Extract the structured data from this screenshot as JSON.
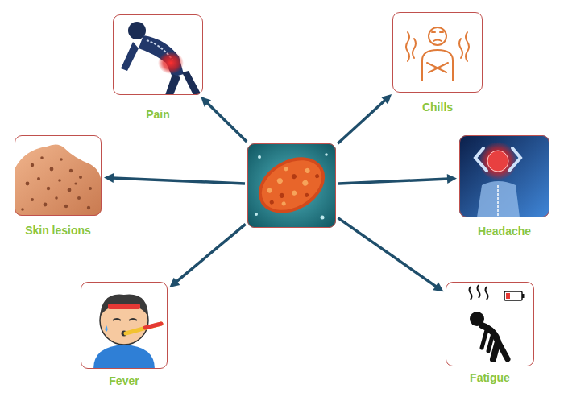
{
  "diagram": {
    "nodes": [
      {
        "text": []
      },
      {
        "text": [
          "Pain"
        ]
      },
      {
        "text": [
          "Chills"
        ]
      },
      {
        "text": [
          "Skin lesions"
        ]
      },
      {
        "text": [
          "Headache"
        ]
      },
      {
        "text": [
          "Fever"
        ]
      },
      {
        "text": [
          "Fatigue"
        ]
      }
    ],
    "edges": [
      {
        "from": 0,
        "to": 1,
        "arrow": "to"
      },
      {
        "from": 0,
        "to": 2,
        "arrow": "to"
      },
      {
        "from": 0,
        "to": 3,
        "arrow": "to"
      },
      {
        "from": 0,
        "to": 4,
        "arrow": "to"
      },
      {
        "from": 0,
        "to": 5,
        "arrow": "to"
      },
      {
        "from": 0,
        "to": 6,
        "arrow": "to"
      }
    ]
  }
}
